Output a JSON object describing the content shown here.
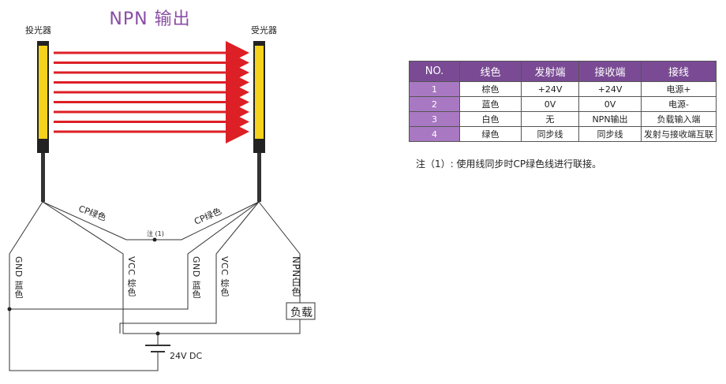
{
  "title": "NPN 输出",
  "emitter_label": "投光器",
  "receiver_label": "受光器",
  "wires": {
    "cp_left": "CP绿色",
    "cp_right": "CP绿色",
    "note_marker": "注 (1)",
    "gnd1": "GND 蓝色",
    "vcc1": "VCC 棕色",
    "gnd2": "GND 蓝色",
    "vcc2": "VCC 棕色",
    "npn": "NPN白色",
    "load": "负载",
    "supply": "24V DC"
  },
  "table": {
    "headers": [
      "NO.",
      "线色",
      "发射端",
      "接收端",
      "接线"
    ],
    "rows": [
      [
        "1",
        "棕色",
        "+24V",
        "+24V",
        "电源+"
      ],
      [
        "2",
        "蓝色",
        "0V",
        "0V",
        "电源-"
      ],
      [
        "3",
        "白色",
        "无",
        "NPN输出",
        "负载输入端"
      ],
      [
        "4",
        "绿色",
        "同步线",
        "同步线",
        "发射与接收端互联"
      ]
    ]
  },
  "note": "注（1）: 使用线同步时CP绿色线进行联接。",
  "colors": {
    "header_bg": "#7a4b94",
    "no_cell_bg": "#a978c2",
    "beam": "#dd1f26",
    "sensor_yellow": "#f5d21c",
    "title": "#8a4ea4"
  }
}
